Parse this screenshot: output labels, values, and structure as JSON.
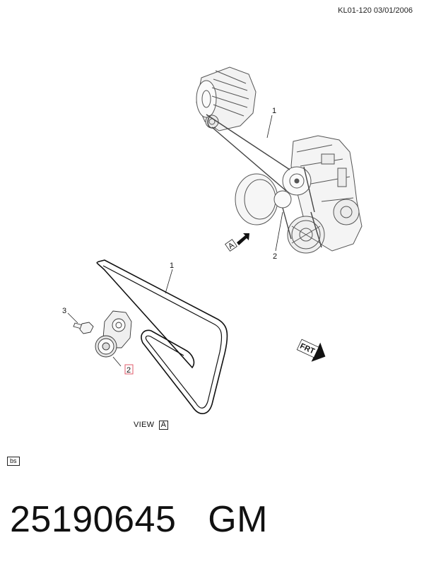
{
  "header": {
    "reference": "KL01-120  03/01/2006"
  },
  "callouts": {
    "belt_upper": "1",
    "tensioner_upper": "2",
    "belt_lower": "1",
    "bolt": "3",
    "tensioner_lower": "2",
    "view_marker": "A",
    "front_marker": "FRT"
  },
  "view": {
    "label": "VIEW",
    "letter": "A"
  },
  "code_tag": "bs",
  "part": {
    "number": "25190645",
    "brand": "GM"
  },
  "colors": {
    "highlight_box": "#e05a6a",
    "line": "#222222"
  }
}
